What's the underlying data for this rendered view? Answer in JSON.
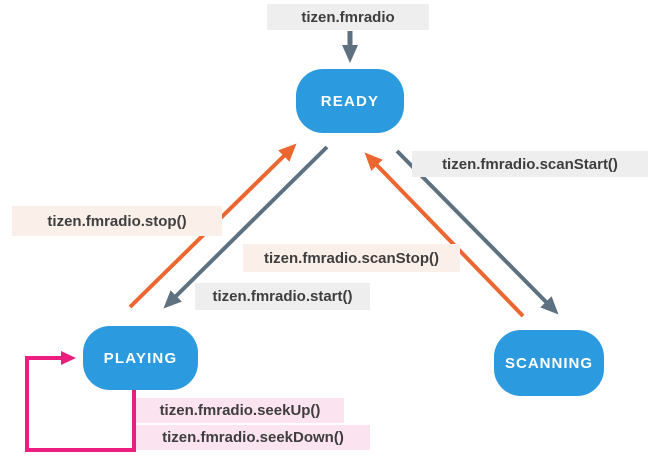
{
  "diagram": {
    "title_label": "tizen.fmradio",
    "states": [
      {
        "id": "ready",
        "label": "READY"
      },
      {
        "id": "playing",
        "label": "PLAYING"
      },
      {
        "id": "scanning",
        "label": "SCANNING"
      }
    ],
    "transitions": [
      {
        "id": "stop",
        "label": "tizen.fmradio.stop()",
        "from": "PLAYING",
        "to": "READY",
        "color": "orange"
      },
      {
        "id": "start",
        "label": "tizen.fmradio.start()",
        "from": "READY",
        "to": "PLAYING",
        "color": "gray"
      },
      {
        "id": "scanStart",
        "label": "tizen.fmradio.scanStart()",
        "from": "READY",
        "to": "SCANNING",
        "color": "gray"
      },
      {
        "id": "scanStop",
        "label": "tizen.fmradio.scanStop()",
        "from": "SCANNING",
        "to": "READY",
        "color": "orange"
      },
      {
        "id": "seekUp",
        "label": "tizen.fmradio.seekUp()",
        "from": "PLAYING",
        "to": "PLAYING",
        "color": "magenta"
      },
      {
        "id": "seekDown",
        "label": "tizen.fmradio.seekDown()",
        "from": "PLAYING",
        "to": "PLAYING",
        "color": "magenta"
      }
    ],
    "colors": {
      "state_fill": "#2B9ADE",
      "state_text": "#FFFFFF",
      "arrow_gray": "#5E7180",
      "arrow_orange": "#EC662F",
      "arrow_magenta": "#EC1E7D",
      "label_bg_gray": "#EEEEEE",
      "label_bg_peach": "#FBEFEA",
      "label_bg_pink": "#FBE3EF",
      "text_dark": "#3E3E3E"
    }
  }
}
